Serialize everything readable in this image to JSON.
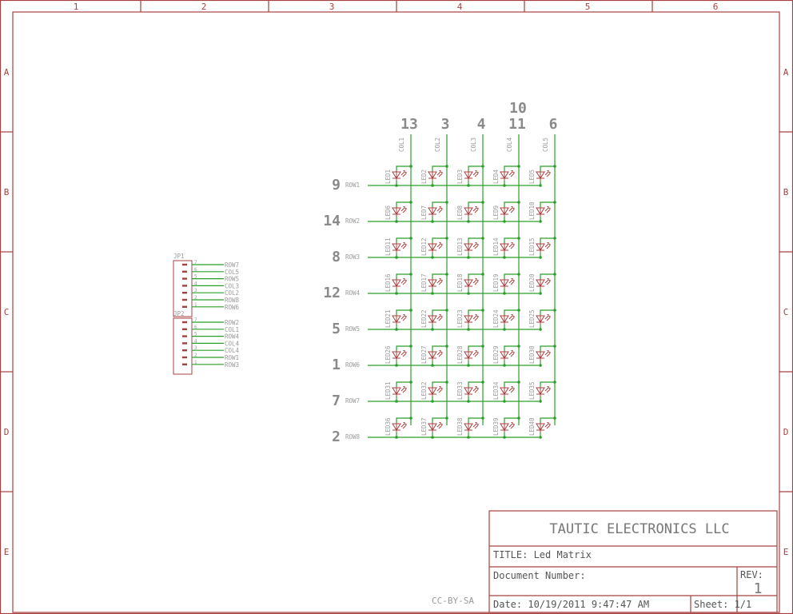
{
  "frame": {
    "columns": [
      "1",
      "2",
      "3",
      "4",
      "5",
      "6"
    ],
    "rows": [
      "A",
      "B",
      "C",
      "D",
      "E"
    ]
  },
  "matrix": {
    "col_pins": [
      "13",
      "3",
      "4",
      "11",
      "6"
    ],
    "col_pin_extra": "10",
    "col_nets": [
      "COL1",
      "COL2",
      "COL3",
      "COL4",
      "COL5"
    ],
    "row_pins": [
      "9",
      "14",
      "8",
      "12",
      "5",
      "1",
      "7",
      "2"
    ],
    "row_nets": [
      "ROW1",
      "ROW2",
      "ROW3",
      "ROW4",
      "ROW5",
      "ROW6",
      "ROW7",
      "ROW8"
    ],
    "leds": [
      "LED1",
      "LED2",
      "LED3",
      "LED4",
      "LED5",
      "LED6",
      "LED7",
      "LED8",
      "LED9",
      "LED10",
      "LED11",
      "LED12",
      "LED13",
      "LED14",
      "LED15",
      "LED16",
      "LED17",
      "LED18",
      "LED19",
      "LED20",
      "LED21",
      "LED22",
      "LED23",
      "LED24",
      "LED25",
      "LED26",
      "LED27",
      "LED28",
      "LED29",
      "LED30",
      "LED31",
      "LED32",
      "LED33",
      "LED34",
      "LED35",
      "LED36",
      "LED37",
      "LED38",
      "LED39",
      "LED40"
    ]
  },
  "headers": [
    {
      "name": "JP1",
      "pins": [
        {
          "num": "7",
          "net": "ROW7"
        },
        {
          "num": "6",
          "net": "COL5"
        },
        {
          "num": "5",
          "net": "ROW5"
        },
        {
          "num": "4",
          "net": "COL3"
        },
        {
          "num": "3",
          "net": "COL2"
        },
        {
          "num": "2",
          "net": "ROW8"
        },
        {
          "num": "1",
          "net": "ROW6"
        }
      ]
    },
    {
      "name": "JP2",
      "pins": [
        {
          "num": "7",
          "net": "ROW2"
        },
        {
          "num": "6",
          "net": "COL1"
        },
        {
          "num": "5",
          "net": "ROW4"
        },
        {
          "num": "4",
          "net": "COL4"
        },
        {
          "num": "3",
          "net": "COL4"
        },
        {
          "num": "2",
          "net": "ROW1"
        },
        {
          "num": "1",
          "net": "ROW3"
        }
      ]
    }
  ],
  "title_block": {
    "company": "TAUTIC ELECTRONICS LLC",
    "title": "TITLE:  Led Matrix",
    "document_number": "Document Number:",
    "rev_label": "REV:",
    "rev_value": "1",
    "date": "Date: 10/19/2011 9:47:47 AM",
    "sheet": "Sheet: 1/1",
    "license": "CC-BY-SA"
  },
  "colors": {
    "frame": "#a84040",
    "wire": "#2aa02a",
    "text": "#9a9a9a"
  }
}
